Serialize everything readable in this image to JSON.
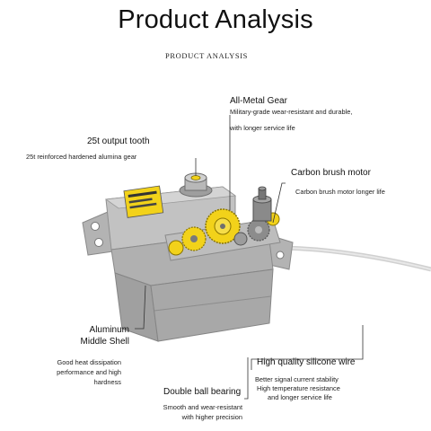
{
  "page": {
    "title": "Product Analysis",
    "subtitle": "PRODUCT ANALYSIS"
  },
  "callouts": {
    "all_metal_gear": {
      "title": "All-Metal Gear",
      "line1": "Military-grade wear-resistant and durable,",
      "line2": "with longer service life"
    },
    "output_tooth": {
      "title": "25t output tooth",
      "line1": "25t reinforced hardened alumina gear"
    },
    "carbon_brush_motor": {
      "title": "Carbon brush motor",
      "line1": "Carbon brush motor longer life"
    },
    "aluminum_shell": {
      "title_line1": "Aluminum",
      "title_line2": "Middle Shell",
      "line1": "Good heat dissipation",
      "line2": "performance and high",
      "line3": "hardness"
    },
    "silicone_wire": {
      "title": "High quality silicone wire",
      "line1": "Better signal current stability",
      "line2": "High temperature resistance",
      "line3": "and longer service life"
    },
    "ball_bearing": {
      "title": "Double ball bearing",
      "line1": "Smooth and wear-resistant",
      "line2": "with higher precision"
    }
  },
  "colors": {
    "gear_yellow": "#f2d21a",
    "body_gray": "#a8a8a8",
    "leader_line": "#333333"
  }
}
